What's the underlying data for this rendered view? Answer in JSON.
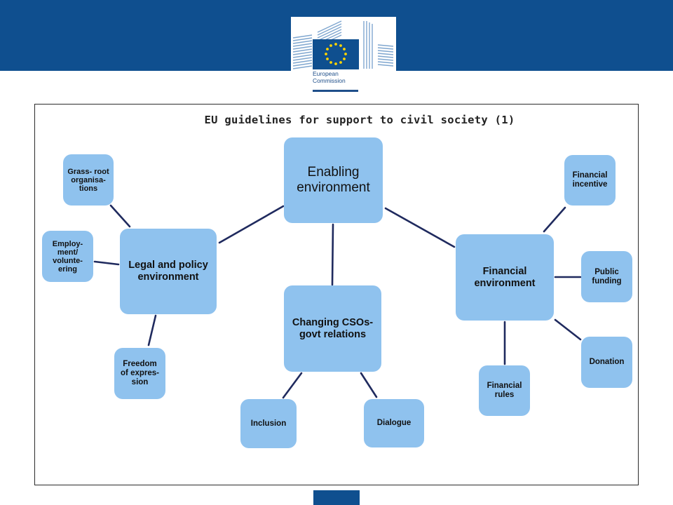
{
  "header": {
    "logo": {
      "name": "european-commission-logo",
      "text_line1": "European",
      "text_line2": "Commission",
      "flag_color": "#0f4f8f",
      "star_color": "#ffd500"
    },
    "band_color": "#0f4f8f"
  },
  "slide": {
    "title": "EU guidelines for support to civil society (1)",
    "node_color": "#8fc2ee",
    "link_color": "#1f2a5e"
  },
  "nodes": {
    "enabling": "Enabling environment",
    "legal": "Legal and policy environment",
    "changing": "Changing CSOs-govt relations",
    "financial": "Financial environment",
    "grassroot": "Grass- root organisa- tions",
    "employment": "Employ- ment/ volunte- ering",
    "freedom": "Freedom of expres- sion",
    "inclusion": "Inclusion",
    "dialogue": "Dialogue",
    "financial_incentive": "Financial incentive",
    "public_funding": "Public funding",
    "donation": "Donation",
    "financial_rules": "Financial rules"
  },
  "footer": {
    "tab_color": "#0f4f8f"
  }
}
